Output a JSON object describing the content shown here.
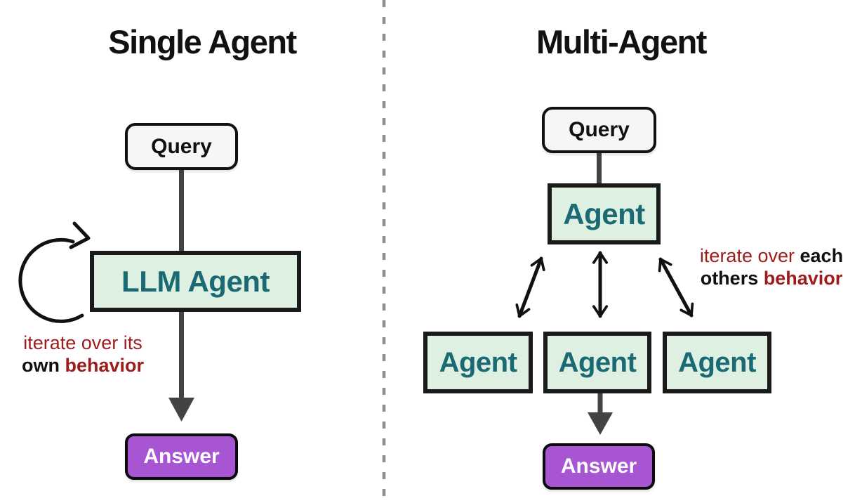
{
  "left_panel": {
    "title": "Single Agent",
    "query_label": "Query",
    "agent_label": "LLM Agent",
    "answer_label": "Answer",
    "note": {
      "red_line": "iterate over its",
      "bold_black": "own",
      "bold_red": "behavior"
    }
  },
  "right_panel": {
    "title": "Multi-Agent",
    "query_label": "Query",
    "coordinator_label": "Agent",
    "workers": [
      "Agent",
      "Agent",
      "Agent"
    ],
    "answer_label": "Answer",
    "note": {
      "red_part": "iterate over",
      "bold_black1": "each",
      "bold_black2": "others",
      "bold_red": "behavior"
    }
  },
  "colors": {
    "agent_fill": "#def0e2",
    "agent_text": "#1b6a73",
    "agent_border": "#1a1a1a",
    "query_fill": "#f6f6f6",
    "answer_fill": "#a855d3",
    "answer_text": "#ffffff",
    "note_red": "#9e1c1c",
    "connector_gray": "#434343",
    "arrow_black": "#111111",
    "divider_gray": "#8e8e8e",
    "background": "#ffffff"
  }
}
